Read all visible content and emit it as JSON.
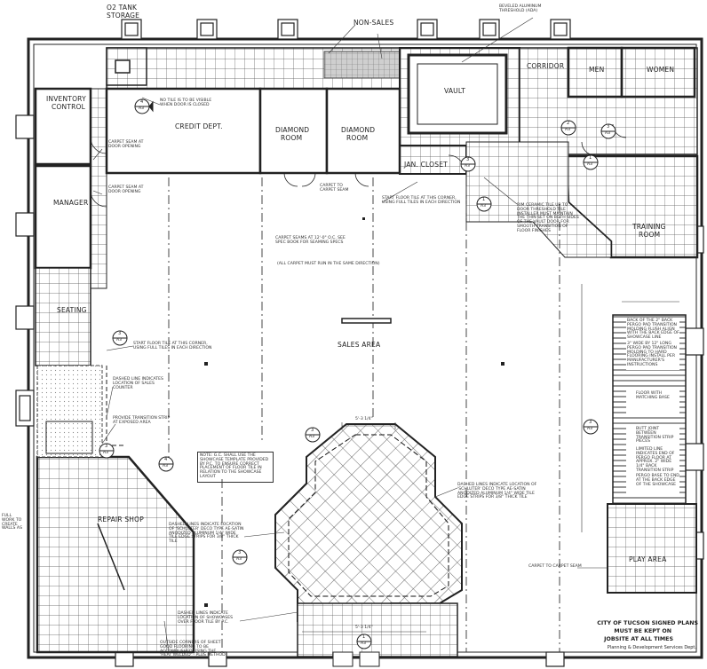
{
  "rooms": {
    "o2_tank": "O2 TANK",
    "o2_tank2": "STORAGE",
    "non_sales": "NON-SALES",
    "corridor": "CORRIDOR",
    "men": "MEN",
    "women": "WOMEN",
    "inventory": "INVENTORY",
    "inventory2": "CONTROL",
    "credit_dept": "CREDIT DEPT.",
    "diamond1": "DIAMOND",
    "diamond1b": "ROOM",
    "diamond2": "DIAMOND",
    "diamond2b": "ROOM",
    "vault": "VAULT",
    "jan_closet": "JAN. CLOSET",
    "manager": "MANAGER",
    "training": "TRAINING",
    "training2": "ROOM",
    "seating": "SEATING",
    "sales_area": "SALES AREA",
    "repair_shop": "REPAIR SHOP",
    "play_area": "PLAY AREA"
  },
  "notes": {
    "beveled_threshold": "BEVELED ALUMINUM THRESHOLD (ADA)",
    "no_tile_visible": "NO TILE IS TO BE VISIBLE WHEN DOOR IS CLOSED",
    "carpet_seam_1": "CARPET SEAM AT DOOR OPENING",
    "carpet_seam_2": "CARPET SEAM AT DOOR OPENING",
    "carpet_to_carpet": "CARPET TO CARPET SEAM",
    "start_floor_tile_1": "START FLOOR TILE AT THIS CORNER, USING FULL TILES IN EACH DIRECTION",
    "ceramic_tile": "RIM CERAMIC TILE UP TO DOOR THRESHOLD TILE INSTALLER MUST MAINTAIN THE THIN SET ON BOTH SIDES OF THE VAULT DOOR FOR SMOOTH TRANSITION OF FLOOR FINISHES",
    "carpet_seams_12": "CARPET SEAMS AT 12'-0\" O.C. SEE SPEC BOOK FOR SEAMING SPECS",
    "carpet_direction": "(ALL CARPET MUST RUN IN THE SAME DIRECTION)",
    "start_floor_tile_2": "START FLOOR TILE AT THIS CORNER, USING FULL TILES IN EACH DIRECTION",
    "dashed_sales_counter": "DASHED LINE INDICATES LOCATION OF SALES COUNTER",
    "transition_strip": "PROVIDE TRANSITION STRIP AT EXPOSED AREA",
    "gc_note": "NOTE: G.C. SHALL USE THE SHOWCASE TEMPLATE PROVIDED BY P.C. TO ENSURE CORRECT PLACEMENT OF FLOOR TILE IN RELATION TO THE SHOWCASE LAYOUT",
    "dashed_schluter_1": "DASHED LINES INDICATE LOCATION OF 'SCHLUTER' DECO TYPE AE-SATIN ANODIZED ALUMINUM 1/4\" WIDE TILE EDGE STRIPS FOR 3/8\" THICK TILE",
    "dashed_schluter_2": "DASHED LINES INDICATE LOCATION OF 'SCHLUTER' DECO TYPE AE-SATIN ANODIZED ALUMINUM 1/4\" WIDE TILE EDGE STRIPS FOR 3/8\" THICK TILE",
    "dashed_showcases": "DASHED LINES INDICATE LOCATION OF SHOWCASES OVER FLOOR TILE BY P.C.",
    "outside_corners": "OUTSIDE CORNERS OF SHEET GOOD FLOORING TO BE ACCOMPLISHED USING THE 'HEAT WELDED' - PLUS METHOD",
    "carpet_to_carpet_2": "CARPET TO CARPET SEAM",
    "back_of_bevel": "BACK OF THE 2\" BACK PERGO PAD TRANSITION MOLDING FLUSH ALIGN WITH THE BACK EDGE OF SHOWCASE LINE",
    "three_inch": "3\" WIDE BY 12\" LONG PERGO PAD TRANSITION MOLDING TO HARD FLOORING INSTALL PER MANUFACTURER'S INSTRUCTIONS",
    "floor_matching": "FLOOR WITH MATCHING BASE",
    "butt_joint": "BUTT JOINT BETWEEN TRANSITION STRIP PIECES",
    "limited_line": "LIMITED LINE INDICATES END OF PERGO FLOOR AT APPROX. 2\" WIDE 1/4\" BACK TRANSITION STRIP",
    "pergo_base": "PERGO BASE TO END AT THE BACK EDGE OF THE SHOWCASE",
    "side_left_1": "FULL WORK TO CREATE WALLS AS",
    "dims_top": "5'-3 1/4\"",
    "dims_bottom": "5'-3 1/4\""
  },
  "stamp": {
    "line1": "CITY OF TUCSON SIGNED PLANS",
    "line2": "MUST BE KEPT ON",
    "line3": "JOBSITE AT ALL TIMES",
    "line4": "Planning & Development Services Dept."
  },
  "callouts": [
    {
      "num": "4",
      "sheet": "A3"
    },
    {
      "num": "3",
      "sheet": "A3"
    },
    {
      "num": "1",
      "sheet": "A3"
    },
    {
      "num": "3",
      "sheet": "A3"
    },
    {
      "num": "3",
      "sheet": "A3"
    },
    {
      "num": "4",
      "sheet": "A3"
    },
    {
      "num": "3",
      "sheet": "A3"
    },
    {
      "num": "3",
      "sheet": "A3"
    },
    {
      "num": "1",
      "sheet": "A3"
    },
    {
      "num": "3",
      "sheet": "A3"
    },
    {
      "num": "1",
      "sheet": "A3"
    },
    {
      "num": "3",
      "sheet": "A3"
    },
    {
      "num": "2",
      "sheet": "A3"
    }
  ]
}
